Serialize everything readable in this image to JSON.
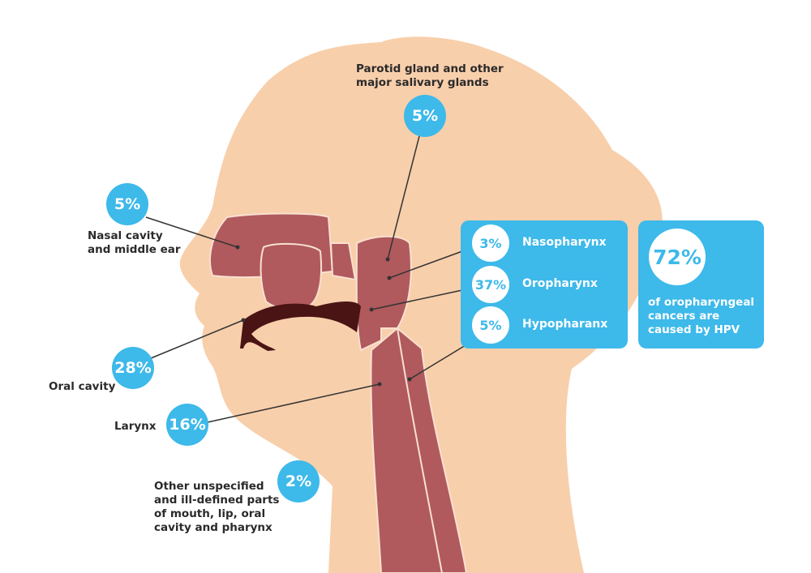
{
  "colors": {
    "skin": "#f8cfab",
    "organ": "#b05a5e",
    "mouth": "#4a1414",
    "accent": "#3db9ea"
  },
  "labels": {
    "parotid": {
      "text": "Parotid gland and other major salivary glands",
      "line1": "Parotid gland and other",
      "line2": "major salivary glands",
      "value": "5%"
    },
    "nasal": {
      "line1": "Nasal cavity",
      "line2": "and middle ear",
      "value": "5%"
    },
    "oral": {
      "text": "Oral cavity",
      "value": "28%"
    },
    "larynx": {
      "text": "Larynx",
      "value": "16%"
    },
    "other": {
      "line1": "Other unspecified",
      "line2": "and ill-defined parts",
      "line3": "of mouth, lip, oral",
      "line4": "cavity and pharynx",
      "value": "2%"
    }
  },
  "pharynx_panel": [
    {
      "value": "3%",
      "label": "Nasopharynx"
    },
    {
      "value": "37%",
      "label": "Oropharynx"
    },
    {
      "value": "5%",
      "label": "Hypopharanx"
    }
  ],
  "hpv_panel": {
    "value": "72%",
    "line1": "of oropharyngeal",
    "line2": "cancers are",
    "line3": "caused by HPV"
  }
}
